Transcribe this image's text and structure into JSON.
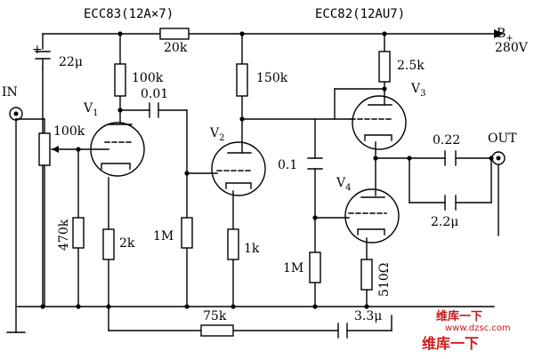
{
  "labels": {
    "tube1_type": "ECC83(12A×7)",
    "tube2_type": "ECC82(12AU7)",
    "b_plus": "B",
    "b_plus_sub": "+",
    "voltage": "280V",
    "cap_22": "22μ",
    "r_20k": "20k",
    "r_100k_plate": "100k",
    "c_001": "0.01",
    "r_150k": "150k",
    "r_2_5k": "2.5k",
    "v1": "V",
    "v1_sub": "1",
    "v2": "V",
    "v2_sub": "2",
    "v3": "V",
    "v3_sub": "3",
    "v4": "V",
    "v4_sub": "4",
    "in": "IN",
    "out": "OUT",
    "pot_100k": "100k",
    "c_01": "0.1",
    "c_022": "0.22",
    "c_2_2": "2.2μ",
    "r_470k": "470k",
    "r_2k": "2k",
    "r_1m_a": "1M",
    "r_1k": "1k",
    "r_1m_b": "1M",
    "r_510": "510Ω",
    "r_75k": "75k",
    "c_3_3": "3.3μ"
  },
  "watermark": {
    "line1": "维库一下",
    "line2": "www.dzsc.com",
    "line3": "维库一下"
  },
  "colors": {
    "ink": "#000000",
    "watermark": "#c00000"
  }
}
